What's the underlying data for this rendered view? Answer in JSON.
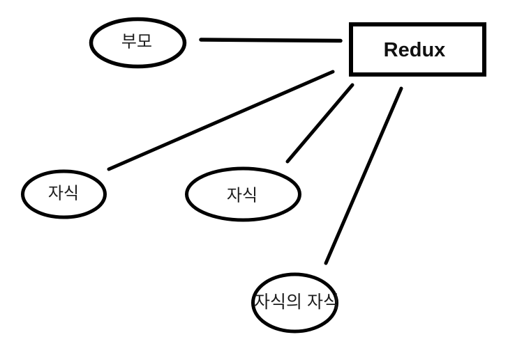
{
  "diagram": {
    "title_hint": "Redux concept sketch",
    "colors": {
      "stroke": "#000000",
      "background": "#ffffff",
      "text": "#1c1c1c"
    },
    "nodes": {
      "parent": {
        "label": "부모",
        "shape": "ellipse"
      },
      "redux": {
        "label": "Redux",
        "shape": "rectangle"
      },
      "child1": {
        "label": "자식",
        "shape": "ellipse"
      },
      "child2": {
        "label": "자식",
        "shape": "ellipse"
      },
      "grandchild": {
        "label": "자식의 자식",
        "shape": "ellipse"
      }
    },
    "edges": [
      {
        "from": "parent",
        "to": "redux"
      },
      {
        "from": "redux",
        "to": "child1"
      },
      {
        "from": "redux",
        "to": "child2"
      },
      {
        "from": "redux",
        "to": "grandchild"
      }
    ]
  }
}
